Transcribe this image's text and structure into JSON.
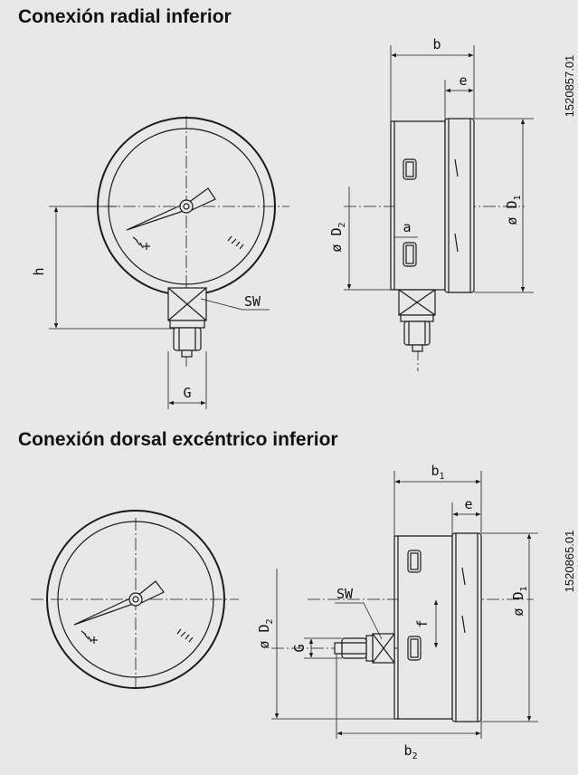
{
  "section1": {
    "title": "Conexión radial inferior",
    "drawing_code": "1520857.01",
    "labels": {
      "b": "b",
      "e": "e",
      "a": "a",
      "D1": "ø D",
      "D1_sub": "1",
      "D2": "ø D",
      "D2_sub": "2",
      "h": "h",
      "SW": "SW",
      "G": "G"
    }
  },
  "section2": {
    "title": "Conexión dorsal excéntrico inferior",
    "drawing_code": "1520865.01",
    "labels": {
      "b1": "b",
      "b1_sub": "1",
      "e": "e",
      "f": "f",
      "D1": "ø D",
      "D1_sub": "1",
      "D2": "ø D",
      "D2_sub": "2",
      "SW": "SW",
      "G": "G",
      "b2": "b",
      "b2_sub": "2"
    }
  },
  "colors": {
    "background": "#e8e8e8",
    "line": "#1a1a1a"
  }
}
